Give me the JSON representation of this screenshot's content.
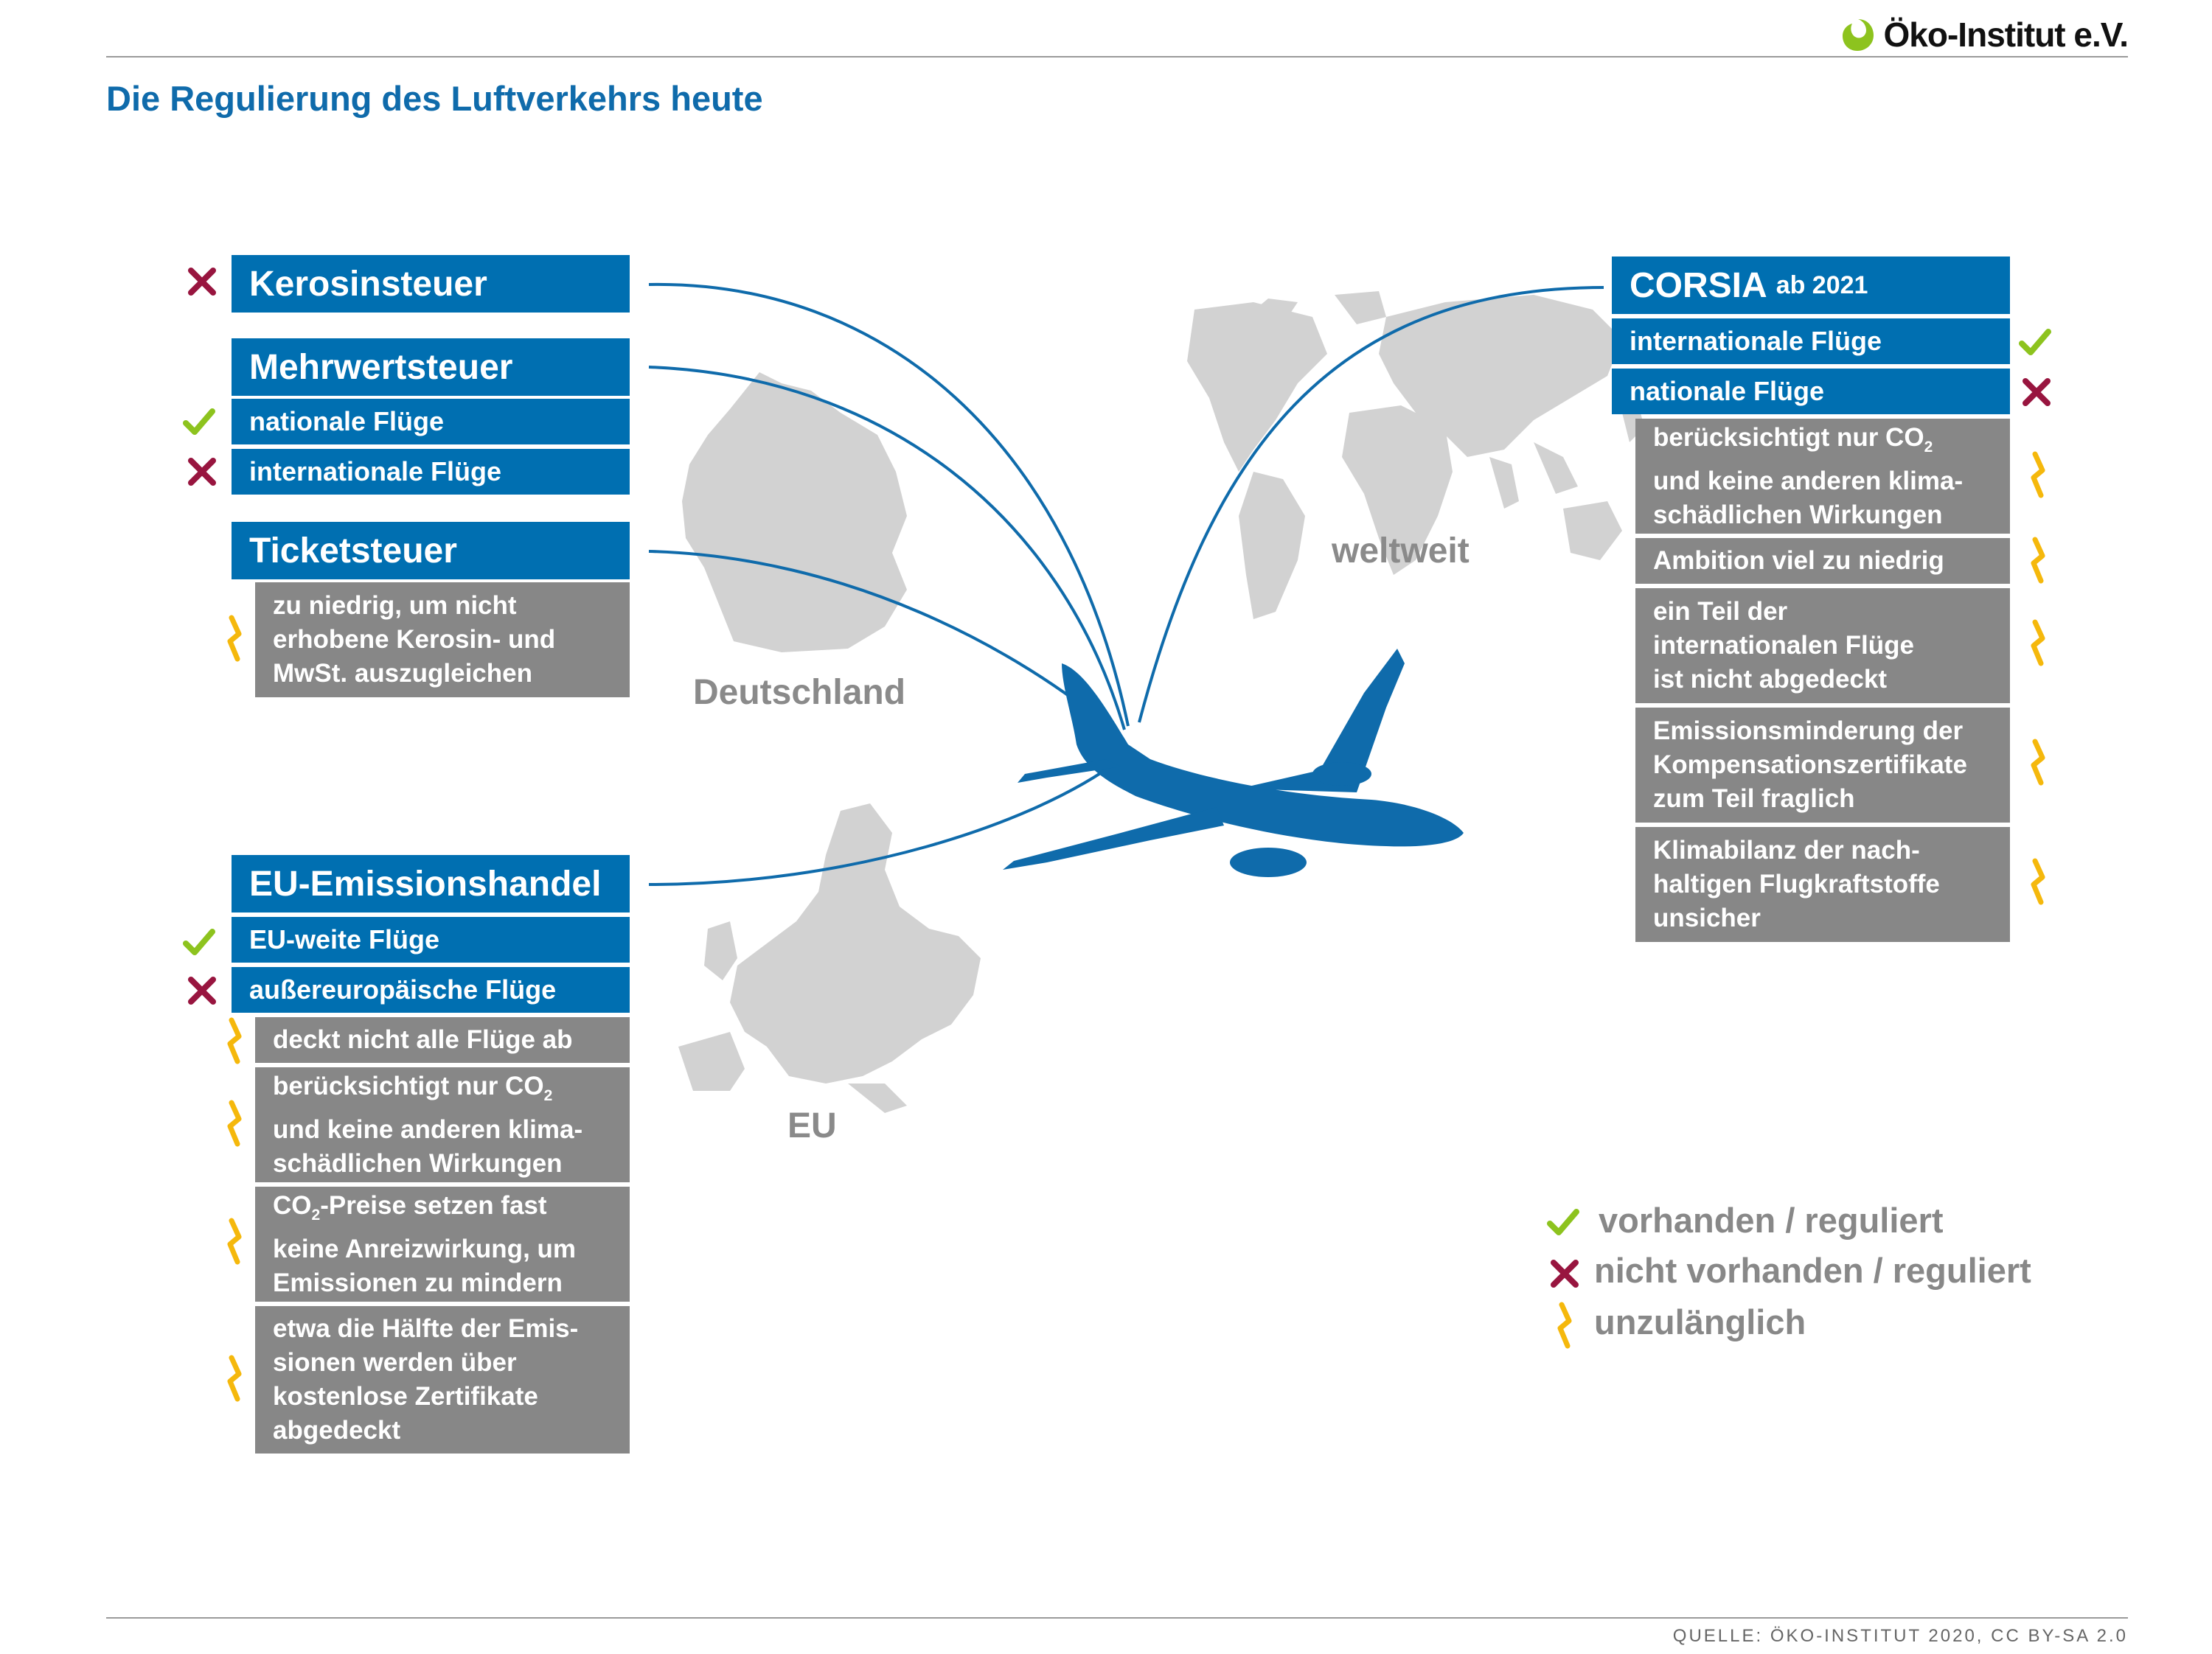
{
  "brand": {
    "logo_text": "Öko-Institut e.V."
  },
  "title": "Die Regulierung des Luftverkehrs heute",
  "colors": {
    "blue": "#006fb1",
    "gray": "#878787",
    "check": "#8dc31e",
    "cross": "#98153f",
    "warn": "#f5b80c"
  },
  "regions": {
    "germany": "Deutschland",
    "eu": "EU",
    "world": "weltweit"
  },
  "kerosin": {
    "title": "Kerosinsteuer",
    "status": "cross"
  },
  "mwst": {
    "title": "Mehrwertsteuer",
    "items": [
      {
        "label": "nationale Flüge",
        "status": "check"
      },
      {
        "label": "internationale Flüge",
        "status": "cross"
      }
    ]
  },
  "ticket": {
    "title": "Ticketsteuer",
    "notes": [
      "zu niedrig, um nicht\nerhobene Kerosin- und\nMwSt. auszugleichen"
    ]
  },
  "ets": {
    "title": "EU-Emissionshandel",
    "items": [
      {
        "label": "EU-weite Flüge",
        "status": "check"
      },
      {
        "label": "außereuropäische Flüge",
        "status": "cross"
      }
    ],
    "notes": [
      "deckt nicht alle Flüge ab",
      {
        "a": "berücksichtigt nur CO",
        "sub": "2",
        "b": "\nund keine anderen klima-\nschädlichen Wirkungen"
      },
      {
        "a": "CO",
        "sub": "2",
        "b": "-Preise setzen fast\nkeine Anreizwirkung, um\nEmissionen zu mindern"
      },
      "etwa die Hälfte der Emis-\nsionen werden über\nkostenlose Zertifikate\nabgedeckt"
    ]
  },
  "corsia": {
    "title": "CORSIA",
    "title_suffix": "ab 2021",
    "items": [
      {
        "label": "internationale Flüge",
        "status": "check"
      },
      {
        "label": "nationale Flüge",
        "status": "cross"
      }
    ],
    "notes": [
      {
        "a": "berücksichtigt nur CO",
        "sub": "2",
        "b": "\nund keine anderen klima-\nschädlichen Wirkungen"
      },
      "Ambition viel zu niedrig",
      "ein Teil der\ninternationalen Flüge\nist nicht abgedeckt",
      "Emissionsminderung der\nKompensationszertifikate\nzum Teil fraglich",
      "Klimabilanz der nach-\nhaltigen Flugkraftstoffe\nunsicher"
    ]
  },
  "legend": {
    "check": "vorhanden / reguliert",
    "cross": "nicht vorhanden / reguliert",
    "warn": "unzulänglich"
  },
  "source": "QUELLE: ÖKO-INSTITUT 2020, CC BY-SA 2.0"
}
